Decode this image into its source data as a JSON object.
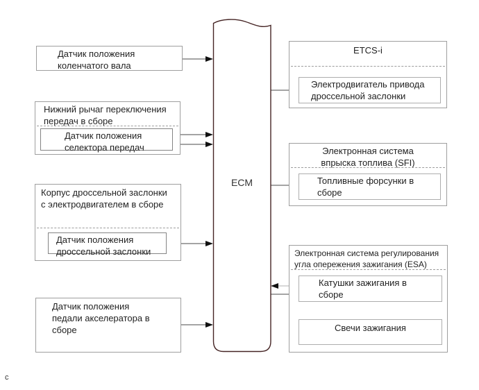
{
  "diagram": {
    "ecm_label": "ECM",
    "page_marker": "c",
    "colors": {
      "ecm_outline": "#452424",
      "box_border": "#9e9e9e",
      "connector_line": "#4a4a4a",
      "connector_line_light": "#b0b0b0",
      "arrowhead": "#111111",
      "text": "#222222"
    },
    "inputs": [
      {
        "id": "crankshaft-position-sensor",
        "lines": [
          "Датчик положения",
          "коленчатого вала"
        ]
      },
      {
        "id": "shift-lever-assembly",
        "lines": [
          "Нижний рычаг переключения",
          "передач в сборе"
        ],
        "sub_lines": [
          "Датчик положения",
          "селектора передач"
        ]
      },
      {
        "id": "throttle-body-assembly",
        "lines": [
          "Корпус дроссельной заслонки",
          "с электродвигателем в сборе"
        ],
        "sub_lines": [
          "Датчик положения",
          "дроссельной заслонки"
        ]
      },
      {
        "id": "accelerator-pedal-sensor",
        "lines": [
          "Датчик положения",
          "педали акселератора в",
          "сборе"
        ]
      }
    ],
    "outputs": [
      {
        "id": "etcs",
        "title_lines": [
          "ETCS-i"
        ],
        "sub_lines": [
          "Электродвигатель привода",
          "дроссельной заслонки"
        ]
      },
      {
        "id": "sfi",
        "title_lines": [
          "Электронная система",
          "впрыска топлива (SFI)"
        ],
        "sub_lines": [
          "Топливные форсунки в",
          "сборе"
        ]
      },
      {
        "id": "esa",
        "title_lines": [
          "Электронная система регулирования",
          "угла опережения зажигания (ESA)"
        ],
        "sub_lines": [
          "Катушки зажигания в",
          "сборе"
        ],
        "sub2_lines": [
          "Свечи зажигания"
        ]
      }
    ]
  }
}
